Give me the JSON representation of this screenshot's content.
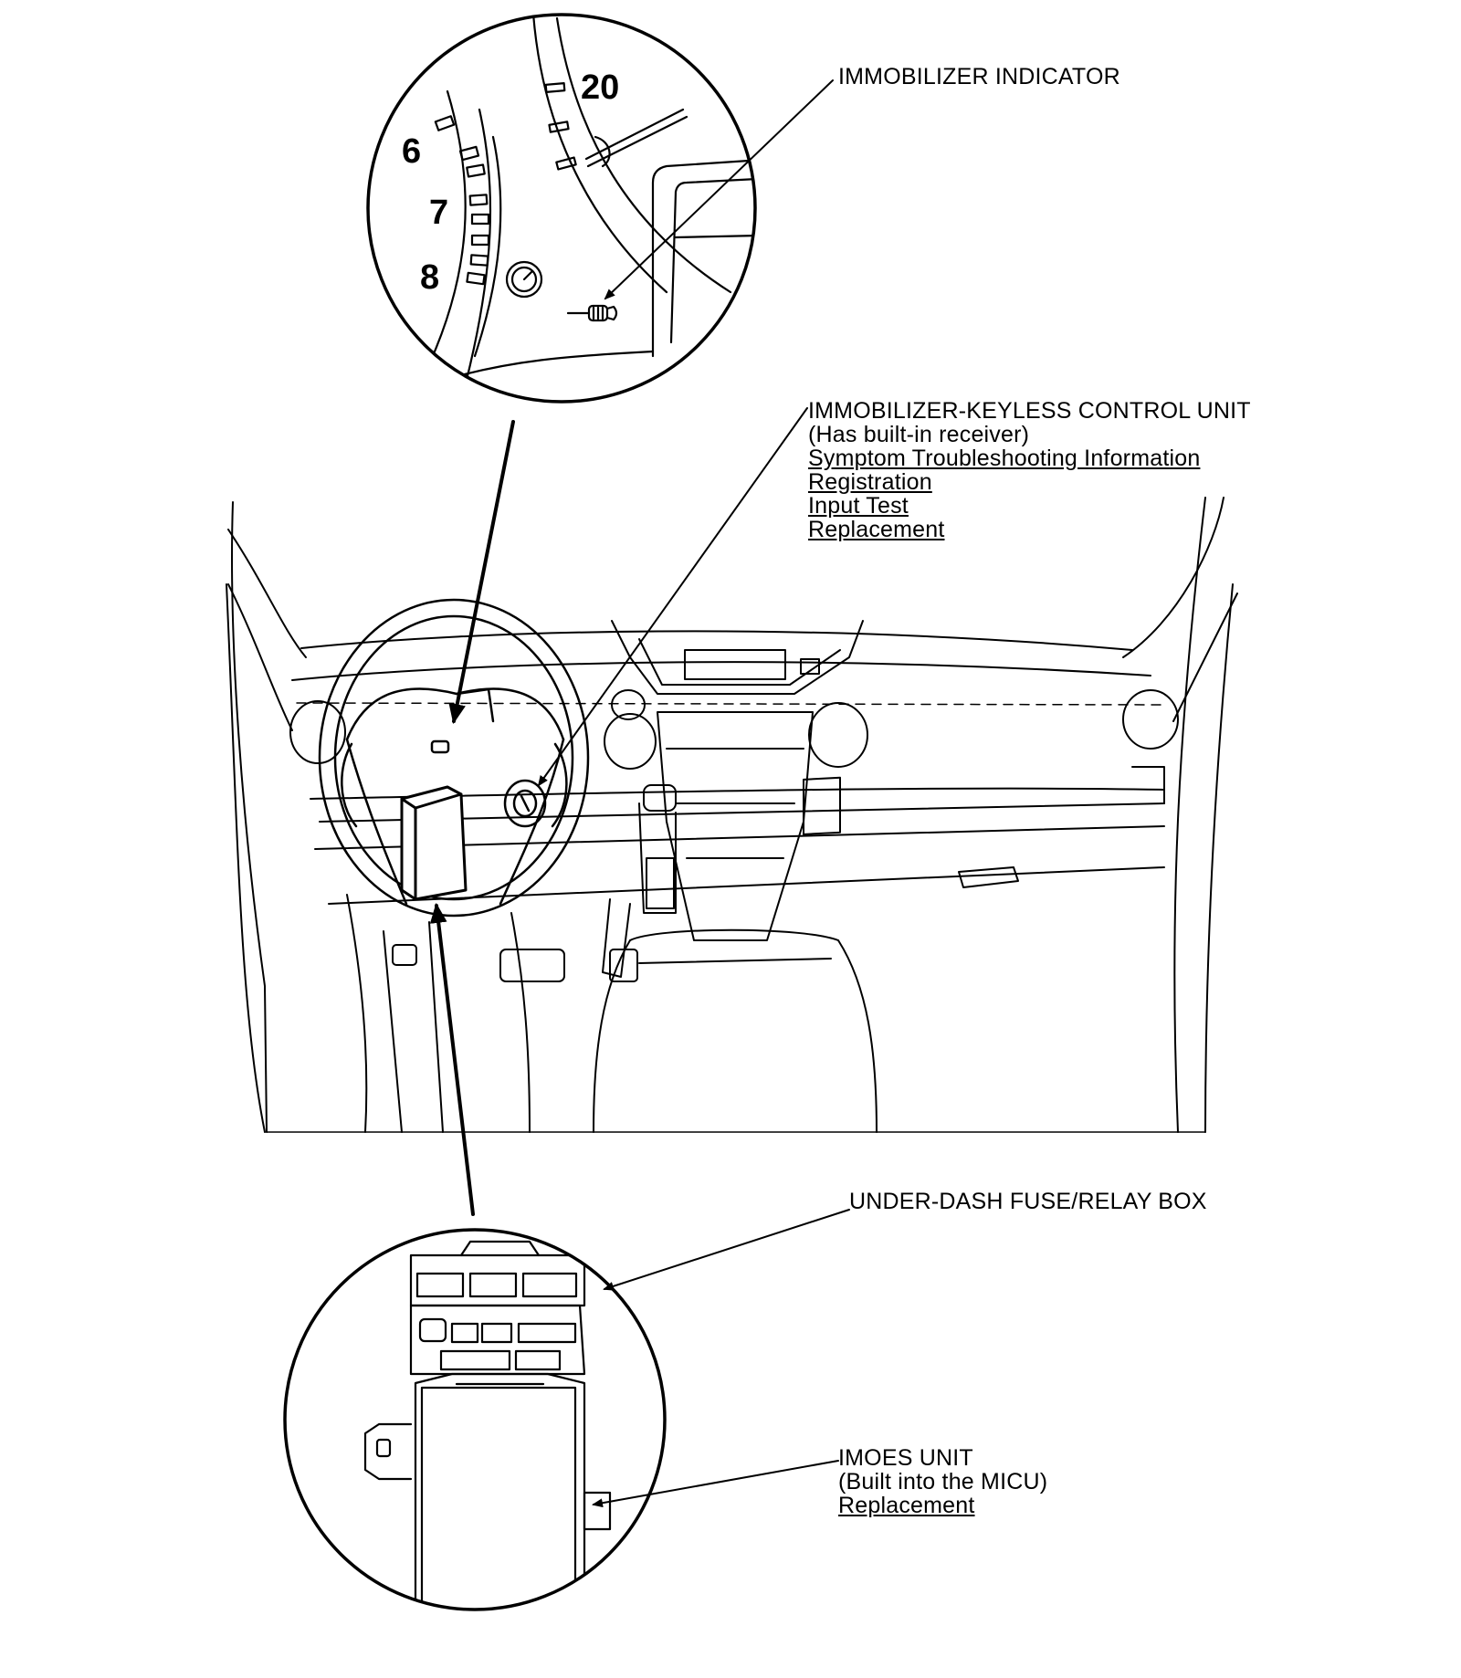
{
  "colors": {
    "line": "#000000",
    "background": "#ffffff"
  },
  "gauge": {
    "tach_numbers": [
      "6",
      "7",
      "8"
    ],
    "speed_number": "20"
  },
  "callouts": {
    "immobilizer_indicator": {
      "title": "IMMOBILIZER INDICATOR"
    },
    "keyless_control_unit": {
      "title": "IMMOBILIZER-KEYLESS CONTROL UNIT",
      "note": "(Has built-in receiver)",
      "links": [
        "Symptom Troubleshooting Information",
        "Registration",
        "Input Test",
        "Replacement"
      ]
    },
    "under_dash_fuse_box": {
      "title": "UNDER-DASH FUSE/RELAY BOX"
    },
    "imoes_unit": {
      "title": "IMOES UNIT",
      "note": "(Built into the MICU)",
      "links": [
        "Replacement"
      ]
    }
  },
  "icons": [
    "key-indicator-icon",
    "gauge-dial-icon",
    "ignition-switch-icon"
  ]
}
